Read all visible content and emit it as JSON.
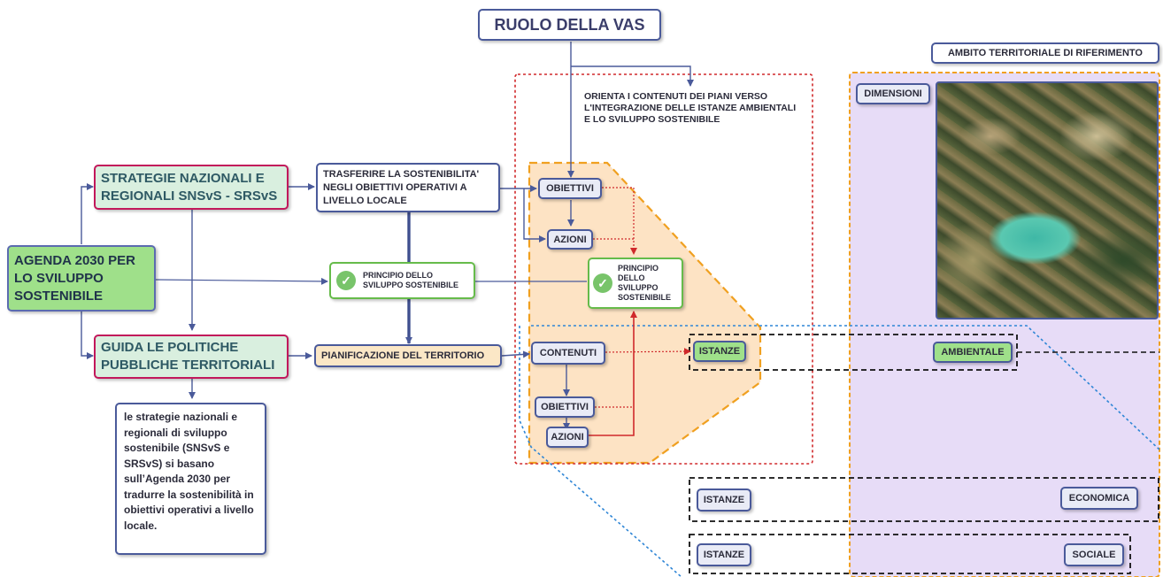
{
  "title": "RUOLO DELLA VAS",
  "ambito_label": "AMBITO TERRITORIALE DI RIFERIMENTO",
  "dimensioni_label": "DIMENSIONI",
  "orienta_text": "ORIENTA I CONTENUTI  DEI PIANI VERSO L'INTEGRAZIONE DELLE ISTANZE AMBIENTALI E LO SVILUPPO SOSTENIBILE",
  "agenda": "AGENDA 2030 PER LO SVILUPPO SOSTENIBILE",
  "strategie": "STRATEGIE NAZIONALI E REGIONALI SNSvS - SRSvS",
  "guida": "GUIDA LE POLITICHE PUBBLICHE TERRITORIALI",
  "trasferire": "TRASFERIRE LA SOSTENIBILITA' NEGLI OBIETTIVI OPERATIVI A LIVELLO LOCALE",
  "principio_left": "PRINCIPIO DELLO SVILUPPO SOSTENIBILE",
  "principio_right": "PRINCIPIO DELLO SVILUPPO SOSTENIBILE",
  "pianificazione": "PIANIFICAZIONE DEL TERRITORIO",
  "obiettivi_top": "OBIETTIVI",
  "azioni_top": "AZIONI",
  "contenuti": "CONTENUTI",
  "obiettivi_bottom": "OBIETTIVI",
  "azioni_bottom": "AZIONI",
  "istanze_1": "ISTANZE",
  "istanze_2": "ISTANZE",
  "istanze_3": "ISTANZE",
  "ambientale": "AMBIENTALE",
  "economica": "ECONOMICA",
  "sociale": "SOCIALE",
  "note": "le strategie nazionali e regionali di sviluppo sostenibile (SNSvS e SRSvS) si basano sull’Agenda 2030 per tradurre la sostenibilità in obiettivi operativi a livello locale.",
  "colors": {
    "region_orange": "#fde3c4",
    "region_purple": "#e7dcf7",
    "accent_pink": "#c2185b",
    "accent_green": "#9fe08a",
    "line_blue": "#4a5a9a",
    "dotted_red": "#d0292b",
    "dashed_blue": "#2f86d6"
  },
  "photo_icon": "aerial-territory-photo",
  "check_icon": "check-circle-icon"
}
